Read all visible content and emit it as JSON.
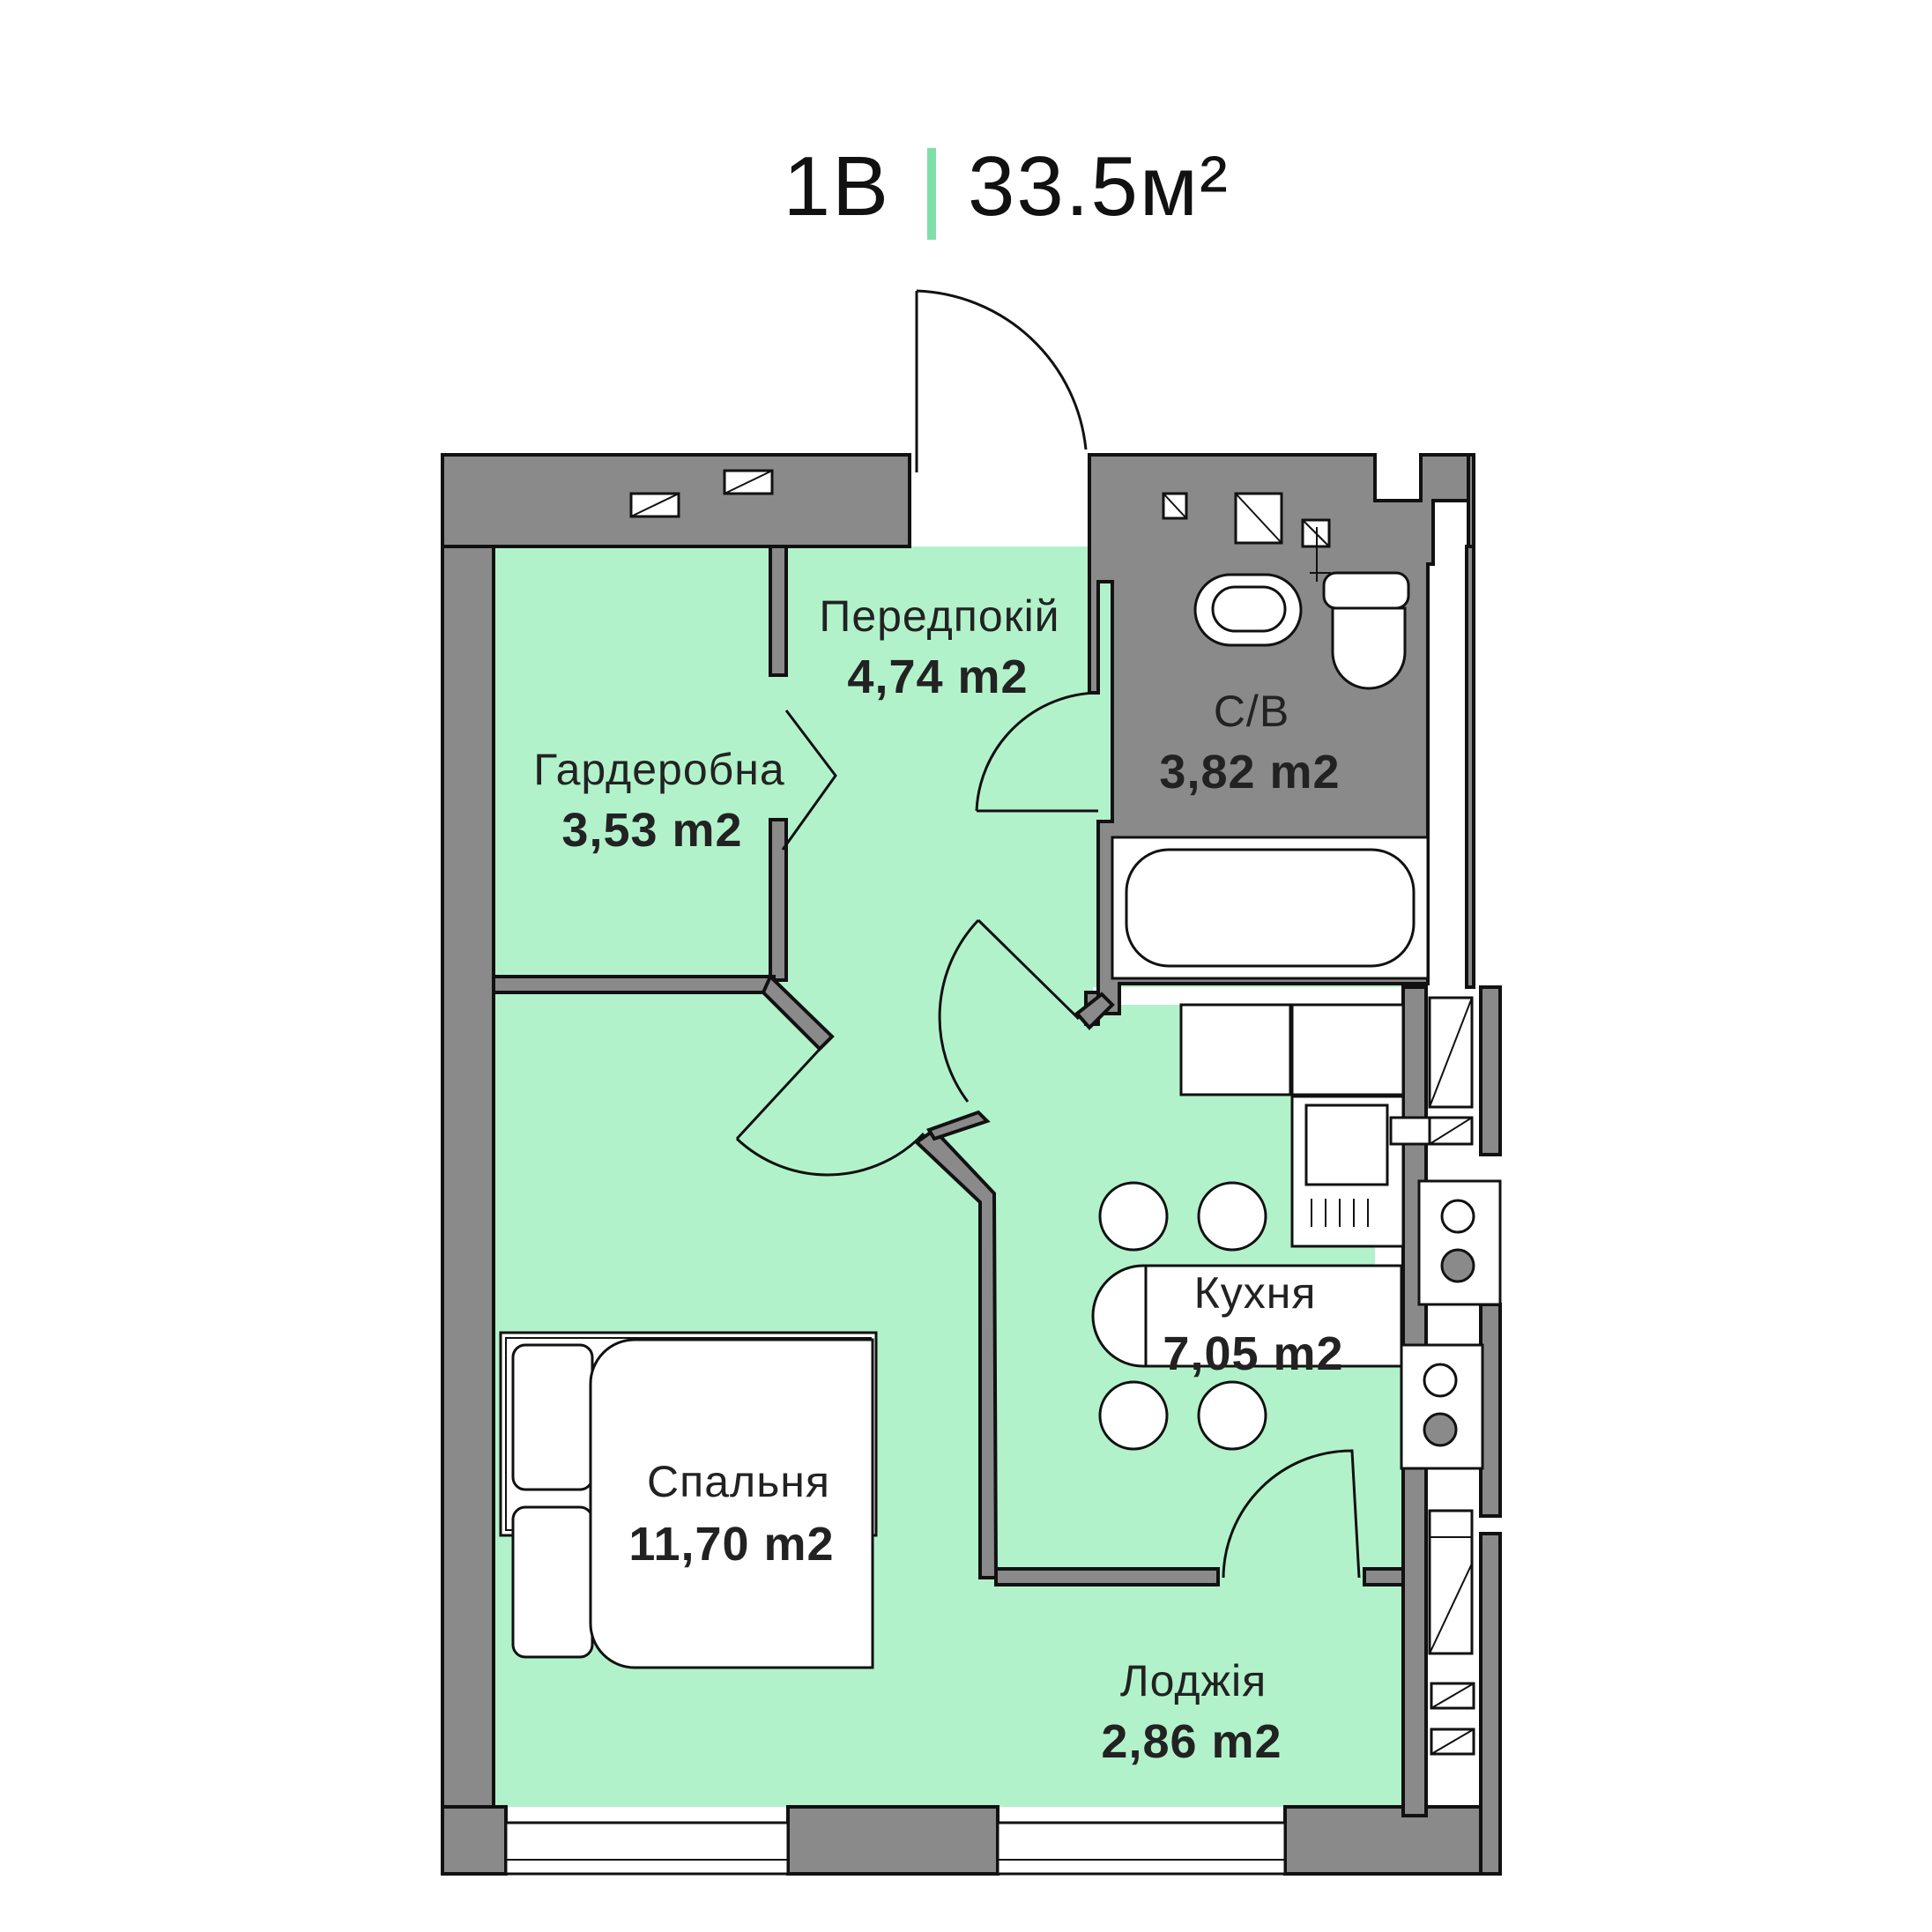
{
  "title": {
    "unit_code": "1B",
    "total_area": "33.5м²"
  },
  "colors": {
    "accent": "#7ee0a8",
    "floor": "#b2f2cb",
    "wall": "#8a8a8a"
  },
  "rooms": [
    {
      "name": "Передпокій",
      "area": "4,74 m2"
    },
    {
      "name": "Гардеробна",
      "area": "3,53 m2"
    },
    {
      "name": "С/В",
      "area": "3,82 m2"
    },
    {
      "name": "Кухня",
      "area": "7,05 m2"
    },
    {
      "name": "Спальня",
      "area": "11,70 m2"
    },
    {
      "name": "Лоджія",
      "area": "2,86 m2"
    }
  ]
}
